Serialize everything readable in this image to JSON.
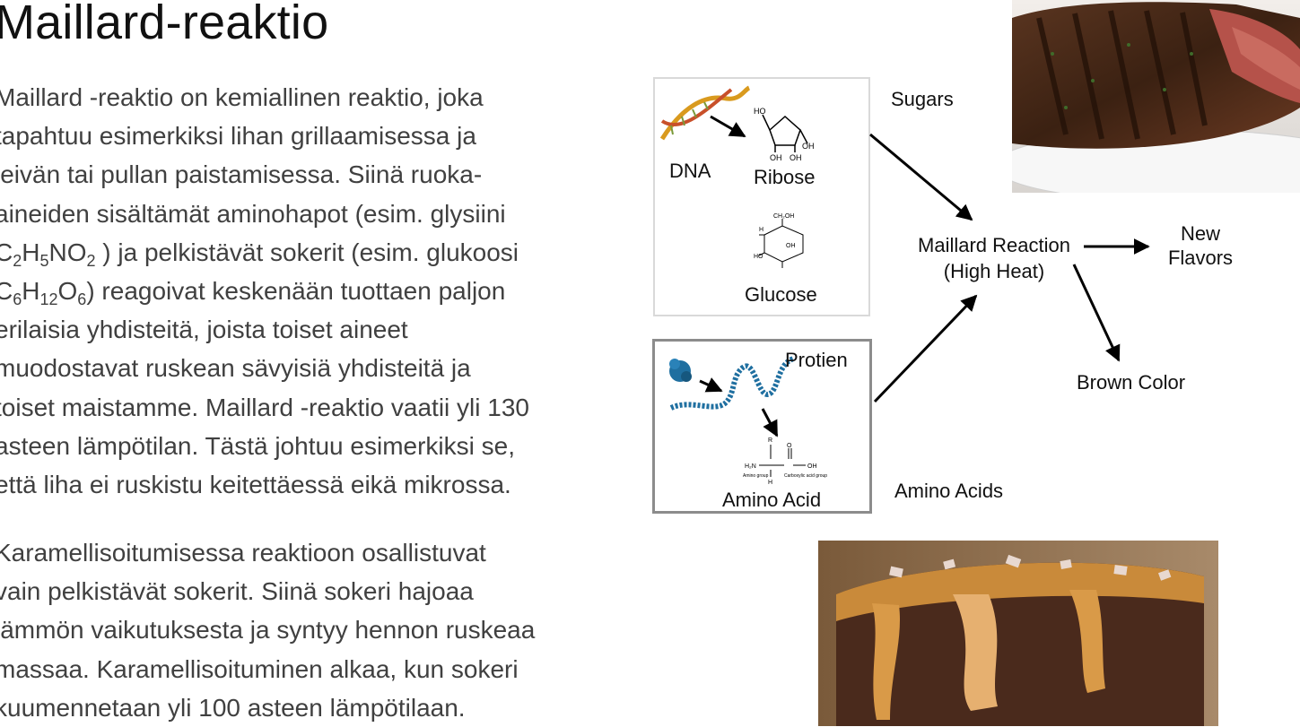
{
  "slide": {
    "title": "Maillard-reaktio",
    "paragraph1": {
      "lines": [
        "Maillard -reaktio on kemiallinen reaktio, joka",
        "tapahtuu esimerkiksi lihan grillaamisessa ja",
        "leivän tai pullan paistamisessa. Siinä ruoka-",
        "aineiden  sisältämät aminohapot (esim. glysiini"
      ],
      "formula_line1": {
        "f1_p1": "C",
        "f1_s1": "2",
        "f1_p2": "H",
        "f1_s2": "5",
        "f1_p3": "NO",
        "f1_s3": "2",
        "text": " ) ja pelkistävät sokerit (esim. glukoosi"
      },
      "formula_line2": {
        "f2_p1": "C",
        "f2_s1": "6",
        "f2_p2": "H",
        "f2_s2": "12",
        "f2_p3": "O",
        "f2_s3": "6",
        "text": ") reagoivat keskenään tuottaen paljon"
      },
      "lines_after": [
        "erilaisia yhdisteitä, joista toiset aineet",
        "muodostavat ruskean sävyisiä yhdisteitä ja",
        "toiset maistamme. Maillard -reaktio vaatii yli 130",
        "asteen lämpötilan. Tästä johtuu esimerkiksi se,",
        "että liha ei ruskistu keitettäessä eikä mikrossa."
      ]
    },
    "paragraph2": {
      "lines": [
        "Karamellisoitumisessa reaktioon osallistuvat",
        "vain pelkistävät sokerit. Siinä sokeri hajoaa",
        "lämmön vaikutuksesta ja syntyy hennon ruskeaa",
        "massaa. Karamellisoituminen alkaa, kun sokeri",
        "kuumennetaan yli 100 asteen lämpötilaan."
      ]
    }
  },
  "diagram": {
    "dna": "DNA",
    "ribose": "Ribose",
    "glucose": "Glucose",
    "protien": "Protien",
    "amino_acid": "Amino Acid",
    "sugars": "Sugars",
    "amino_acids": "Amino Acids",
    "maillard_line1": "Maillard Reaction",
    "maillard_line2": "(High Heat)",
    "new_line1": "New",
    "new_line2": "Flavors",
    "brown_color": "Brown Color",
    "ribose_struct": {
      "ho": "HO",
      "oh_right": "OH",
      "oh1": "OH",
      "oh2": "OH"
    },
    "glucose_struct": {
      "ch2oh": "CH₂OH",
      "h": "H",
      "oh": "OH",
      "ho": "HO"
    },
    "amino_struct": {
      "r": "R",
      "h2n": "H₂N",
      "o": "O",
      "oh": "OH",
      "h": "H",
      "amino_group": "Amino group",
      "carboxylic_group": "Carboxylic acid group"
    }
  },
  "colors": {
    "text": "#404040",
    "title": "#111111",
    "protein_blue": "#1f6fa0",
    "dna_orange": "#d99a1e"
  }
}
